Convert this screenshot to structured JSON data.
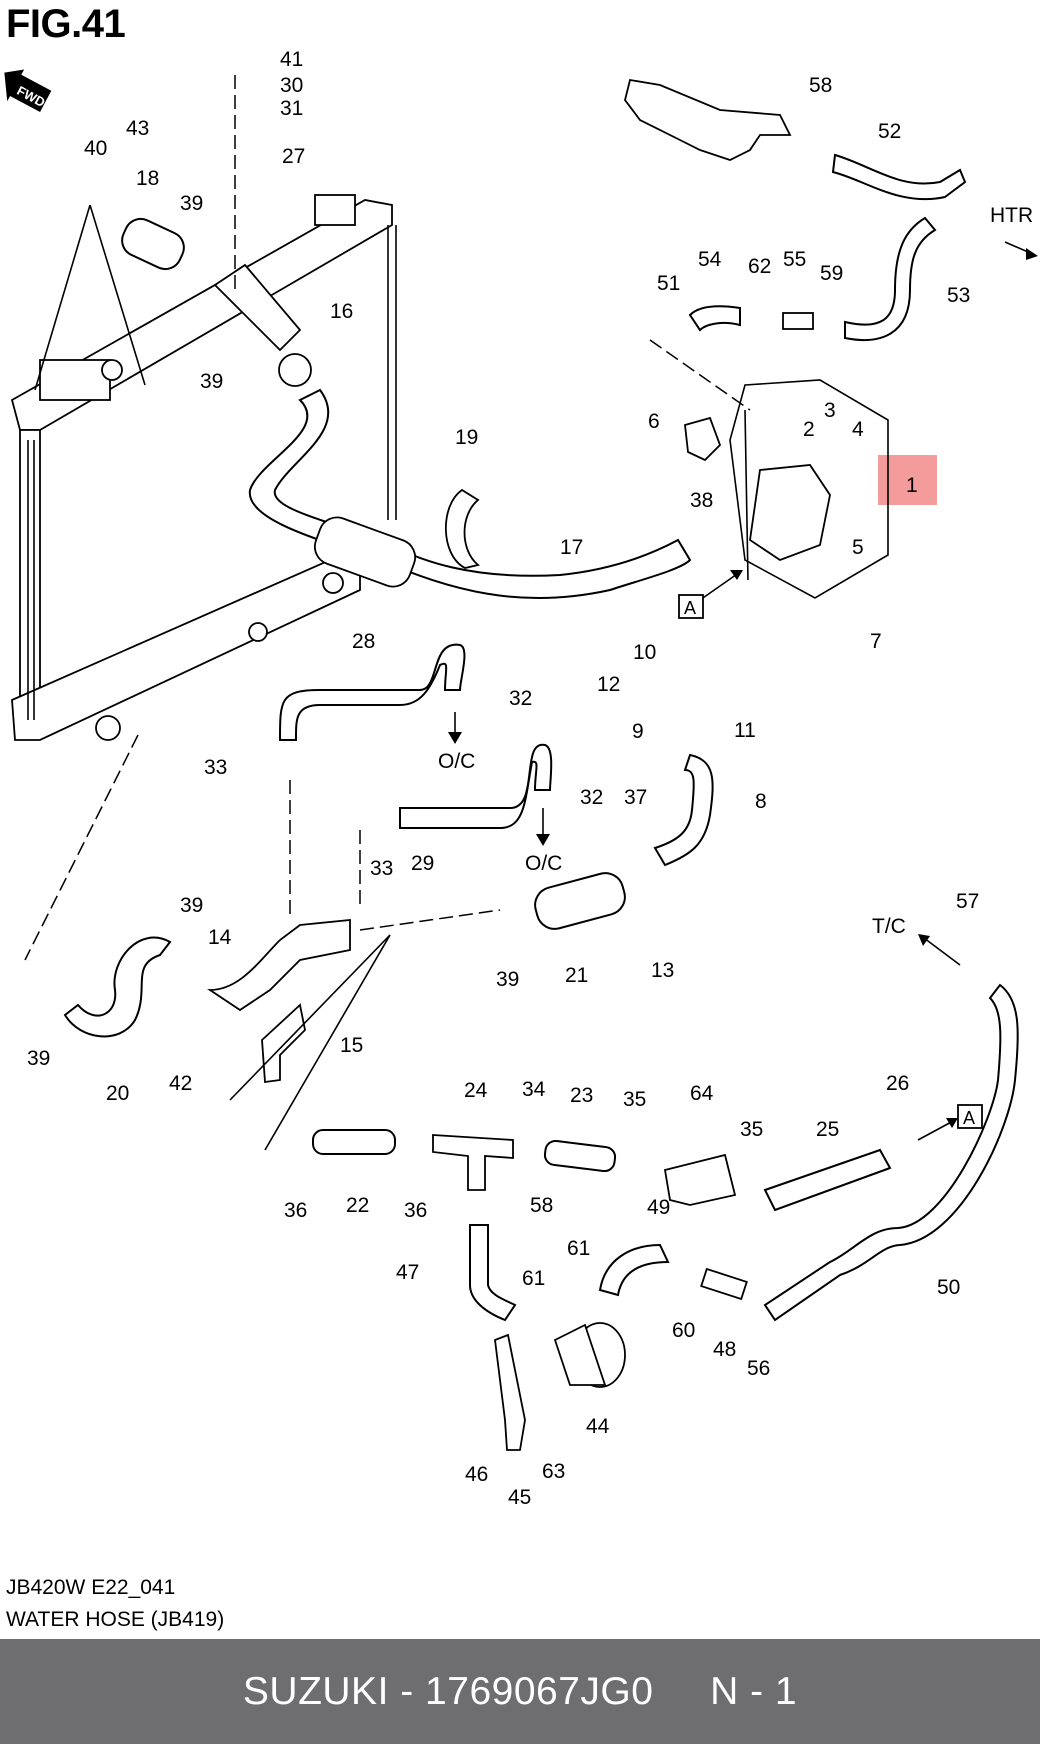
{
  "figure_title": "FIG.41",
  "fwd_label": "FWD",
  "caption_code": "JB420W E22_041",
  "caption_name": "WATER HOSE (JB419)",
  "footer_text": "SUZUKI - 1769067JG0     N - 1",
  "highlight_color": "#f28b8b",
  "footer_color": "#6e6e70",
  "highlighted_part": "1",
  "annotations": {
    "htr": "HTR",
    "tc": "T/C",
    "oc_top": "O/C",
    "oc_mid": "O/C",
    "ref_a1": "A",
    "ref_a2": "A"
  },
  "callouts": [
    "41",
    "30",
    "31",
    "43",
    "27",
    "40",
    "18",
    "39",
    "16",
    "39",
    "58",
    "52",
    "54",
    "62",
    "55",
    "59",
    "51",
    "53",
    "6",
    "2",
    "3",
    "4",
    "1",
    "38",
    "5",
    "7",
    "19",
    "17",
    "28",
    "32",
    "10",
    "12",
    "11",
    "9",
    "33",
    "32",
    "37",
    "8",
    "33",
    "29",
    "39",
    "14",
    "39",
    "21",
    "13",
    "57",
    "39",
    "20",
    "42",
    "15",
    "24",
    "34",
    "23",
    "35",
    "64",
    "26",
    "35",
    "25",
    "36",
    "22",
    "36",
    "58",
    "49",
    "47",
    "61",
    "61",
    "60",
    "48",
    "56",
    "50",
    "44",
    "46",
    "63",
    "45"
  ]
}
